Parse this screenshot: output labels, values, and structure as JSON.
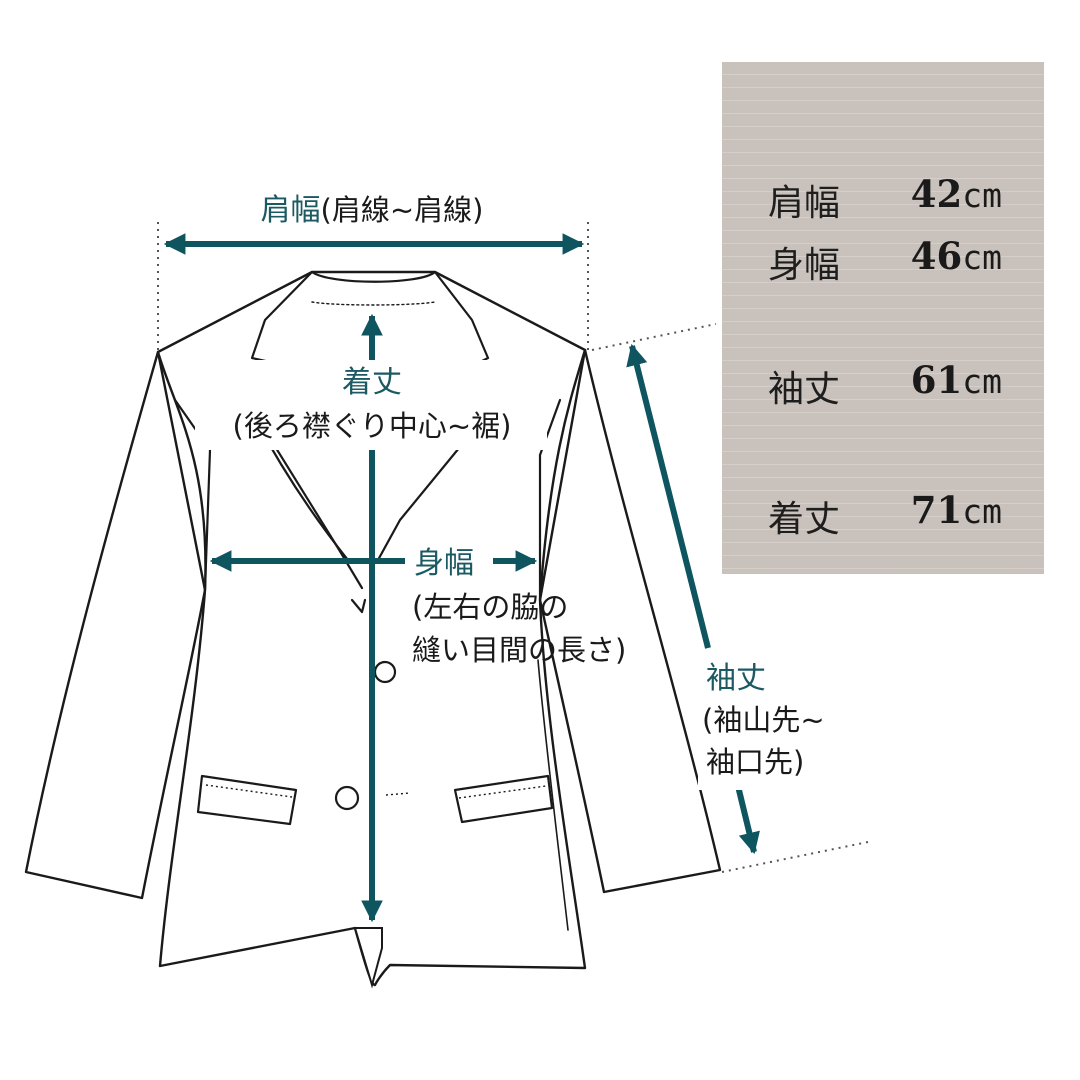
{
  "diagram": {
    "shoulder": {
      "main": "肩幅",
      "sub": "(肩線~肩線)"
    },
    "length": {
      "main": "着丈",
      "sub": "(後ろ襟ぐり中心~裾)"
    },
    "body_width": {
      "main": "身幅",
      "sub_line1": "(左右の脇の",
      "sub_line2": "縫い目間の長さ)"
    },
    "sleeve": {
      "main": "袖丈",
      "sub_line1": "(袖山先~",
      "sub_line2": "袖口先)"
    }
  },
  "size_table": {
    "rows": [
      {
        "label": "肩幅",
        "value": "42",
        "unit": "cm"
      },
      {
        "label": "身幅",
        "value": "46",
        "unit": "cm"
      },
      {
        "label": "袖丈",
        "value": "61",
        "unit": "cm"
      },
      {
        "label": "着丈",
        "value": "71",
        "unit": "cm"
      }
    ]
  },
  "colors": {
    "arrow": "#0e5560",
    "panel": "#c9c1bb",
    "outline": "#1a1a1a"
  }
}
